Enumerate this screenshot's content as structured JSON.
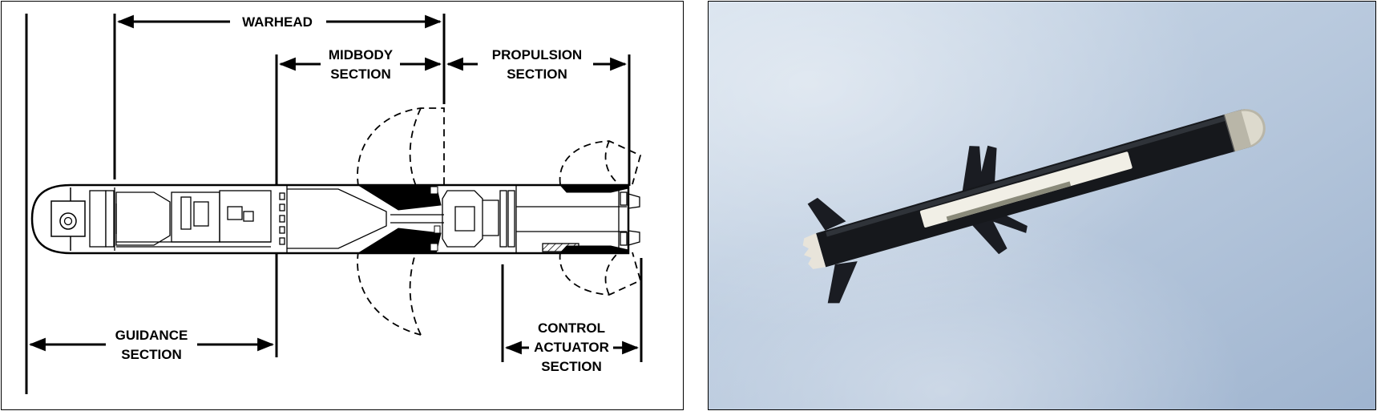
{
  "diagram": {
    "labels": {
      "warhead": "WARHEAD",
      "midbody_line1": "MIDBODY",
      "midbody_line2": "SECTION",
      "propulsion_line1": "PROPULSION",
      "propulsion_line2": "SECTION",
      "guidance_line1": "GUIDANCE",
      "guidance_line2": "SECTION",
      "control_line1": "CONTROL",
      "control_line2": "ACTUATOR",
      "control_line3": "SECTION"
    }
  },
  "photo": {
    "sky_colors": [
      "#cfdcea",
      "#b6c7dc",
      "#9fb4cf"
    ],
    "missile_body_color": "#16181c",
    "panel_color": "#f1efe6"
  }
}
